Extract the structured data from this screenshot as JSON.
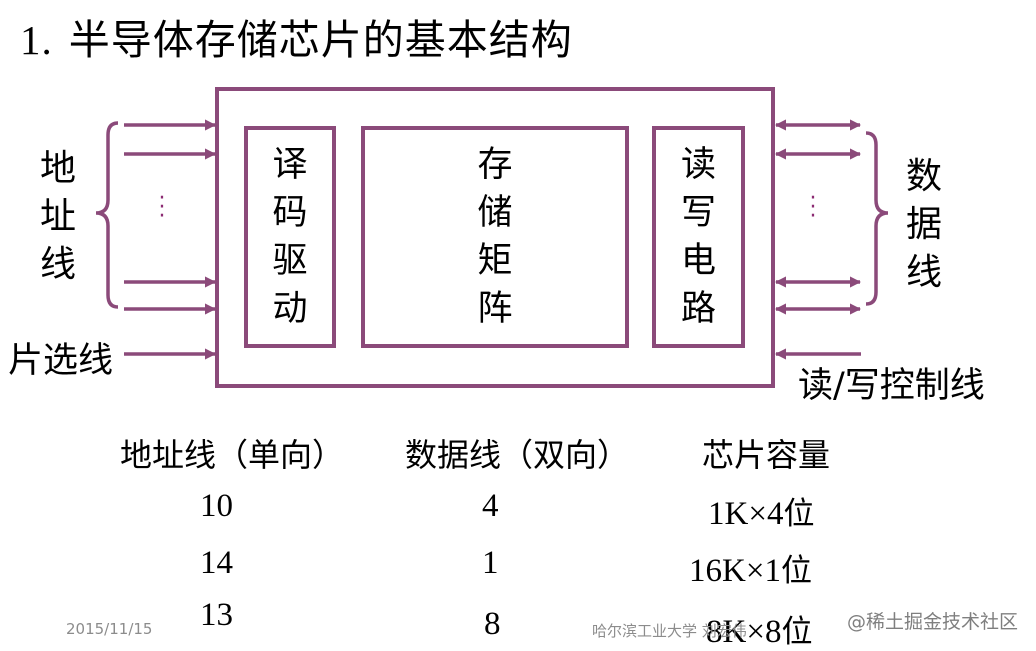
{
  "title": {
    "number": "1.",
    "text": "半导体存储芯片的基本结构"
  },
  "diagram": {
    "blocks": {
      "decoder": "译码驱动",
      "matrix": "存储矩阵",
      "rw_circuit": "读写电路"
    },
    "labels": {
      "address_lines": "地址线",
      "data_lines": "数据线",
      "chip_select": "片选线",
      "rw_control": "读/写控制线"
    },
    "colors": {
      "line": "#8b4a7a",
      "dots": "#8b2a72"
    }
  },
  "table": {
    "headers": [
      "地址线（单向）",
      "数据线（双向）",
      "芯片容量"
    ],
    "rows": [
      {
        "address": "10",
        "data": "4",
        "capacity_num": "1K×4",
        "capacity_unit": "位"
      },
      {
        "address": "14",
        "data": "1",
        "capacity_num": "16K×1",
        "capacity_unit": "位"
      },
      {
        "address": "13",
        "data": "8",
        "capacity_num": "8K×8",
        "capacity_unit": "位"
      }
    ]
  },
  "footer": {
    "date": "2015/11/15",
    "author": "哈尔滨工业大学 刘宏伟"
  },
  "watermark": "@稀土掘金技术社区"
}
